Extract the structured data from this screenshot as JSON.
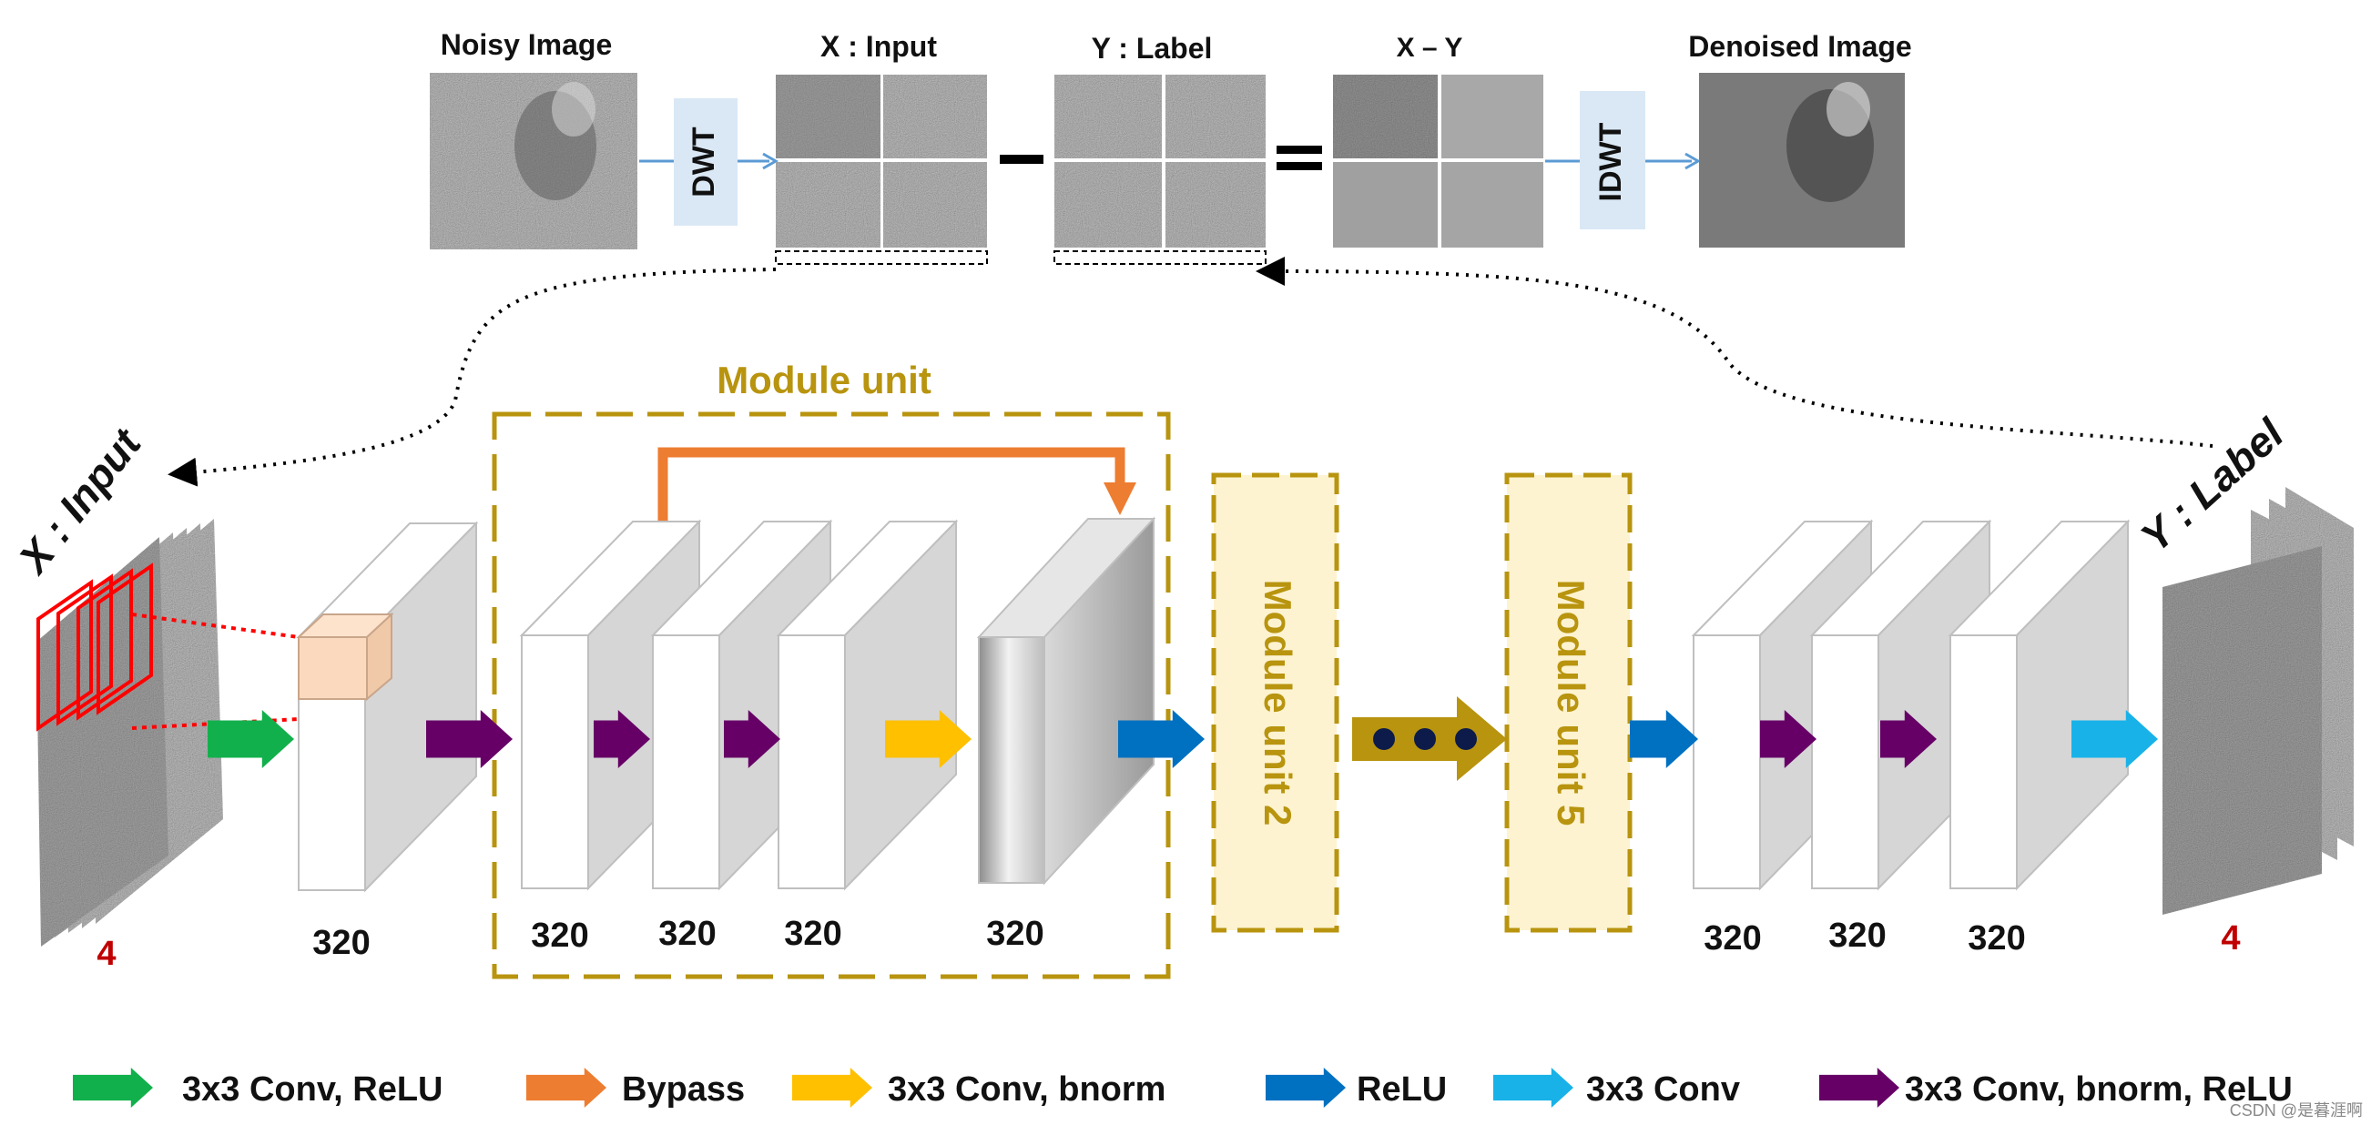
{
  "top": {
    "noisy_title": "Noisy Image",
    "input_title": "X : Input",
    "label_title": "Y : Label",
    "diff_title": "X – Y",
    "denoised_title": "Denoised Image",
    "dwt": "DWT",
    "idwt": "IDWT"
  },
  "network": {
    "input_label": "X : Input",
    "input_channels": "4",
    "output_label": "Y : Label",
    "output_channels": "4",
    "module_title": "Module unit",
    "module2": "Module unit 2",
    "module5": "Module unit 5",
    "widths": [
      "320",
      "320",
      "320",
      "320",
      "320",
      "320",
      "320",
      "320"
    ]
  },
  "legend": [
    {
      "label": "3x3 Conv, ReLU",
      "color": "#12b04c"
    },
    {
      "label": "Bypass",
      "color": "#ed7d31"
    },
    {
      "label": "3x3 Conv, bnorm",
      "color": "#ffc000"
    },
    {
      "label": "ReLU",
      "color": "#0070c0"
    },
    {
      "label": "3x3 Conv",
      "color": "#18b2e8"
    },
    {
      "label": "3x3 Conv, bnorm, ReLU",
      "color": "#660066"
    }
  ],
  "colors": {
    "module_border": "#b8940f",
    "module_text": "#b8940f",
    "module_fill": "#fdf3d0",
    "dwt_fill": "#dae8f5",
    "channel_red": "#c00000"
  },
  "watermark": "CSDN @是暮涯啊"
}
